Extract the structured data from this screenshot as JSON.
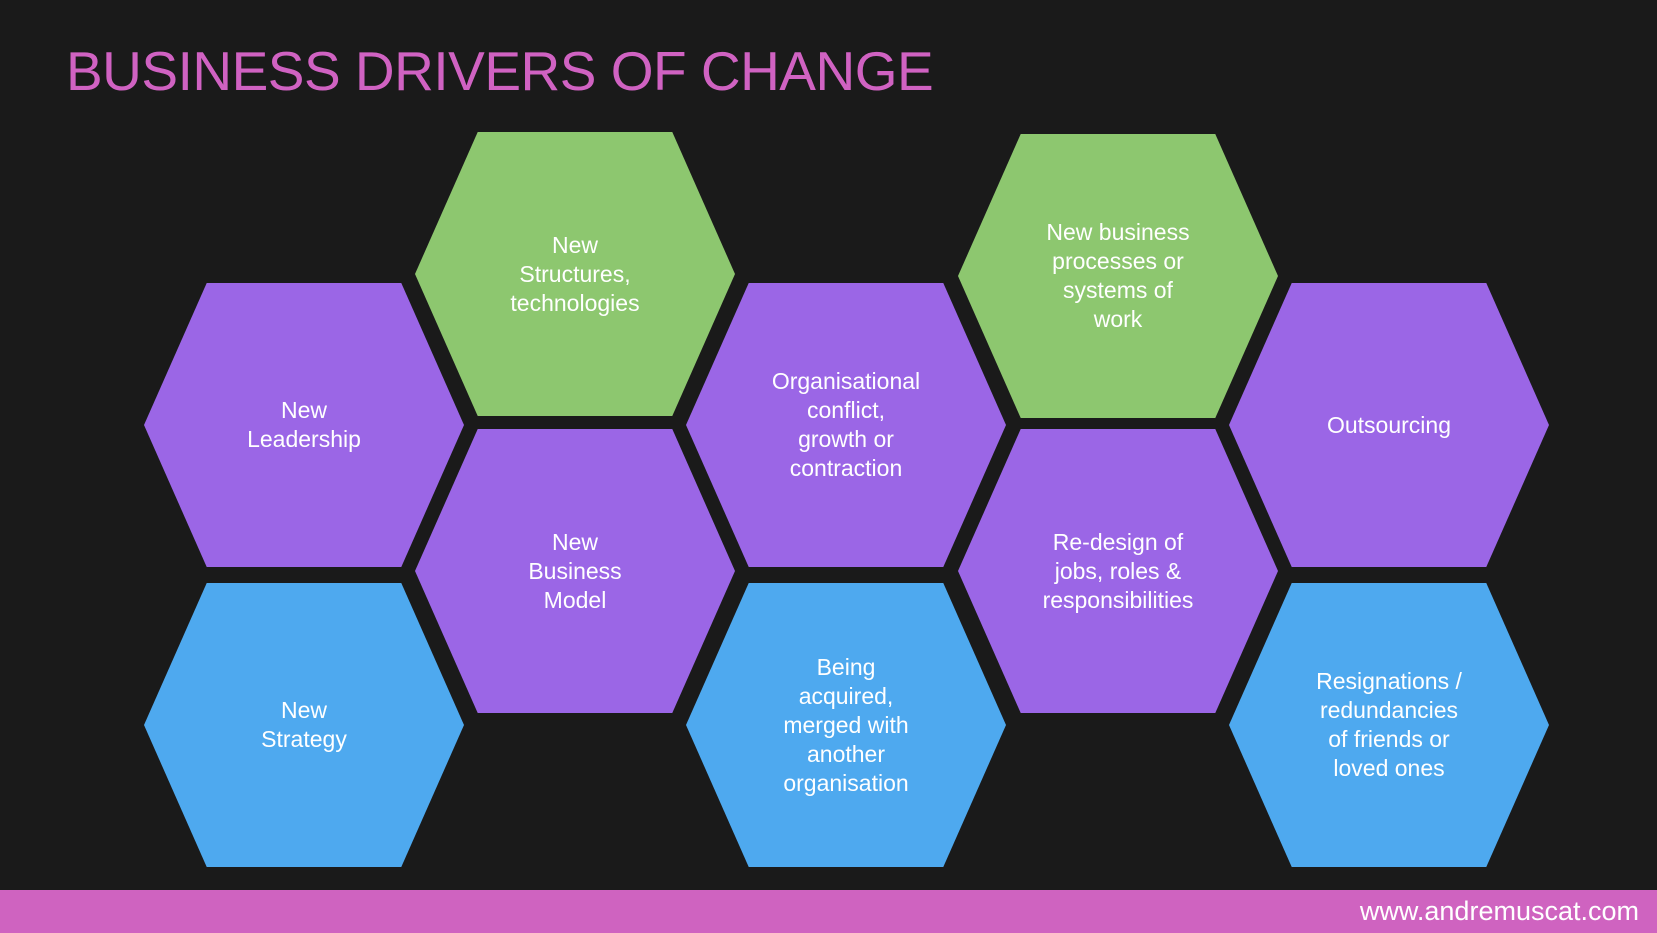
{
  "title": "BUSINESS DRIVERS OF CHANGE",
  "colors": {
    "background": "#1a1a1a",
    "title": "#d062c2",
    "purple": "#9b66e6",
    "green": "#8dc76f",
    "blue": "#4ea9ef",
    "footer": "#cf63c0",
    "text": "#ffffff"
  },
  "hexagons": [
    {
      "id": "new-leadership",
      "label": "New\nLeadership",
      "color": "purple"
    },
    {
      "id": "new-strategy",
      "label": "New\nStrategy",
      "color": "blue"
    },
    {
      "id": "new-structures",
      "label": "New\nStructures,\ntechnologies",
      "color": "green"
    },
    {
      "id": "new-business-model",
      "label": "New\nBusiness\nModel",
      "color": "purple"
    },
    {
      "id": "organisational-conflict",
      "label": "Organisational\nconflict,\ngrowth or\ncontraction",
      "color": "purple"
    },
    {
      "id": "being-acquired",
      "label": "Being\nacquired,\nmerged with\nanother\norganisation",
      "color": "blue"
    },
    {
      "id": "new-business-processes",
      "label": "New business\nprocesses or\nsystems of\nwork",
      "color": "green"
    },
    {
      "id": "re-design-jobs",
      "label": "Re-design of\njobs, roles &\nresponsibilities",
      "color": "purple"
    },
    {
      "id": "outsourcing",
      "label": "Outsourcing",
      "color": "purple"
    },
    {
      "id": "resignations",
      "label": "Resignations /\nredundancies\nof friends or\nloved ones",
      "color": "blue"
    }
  ],
  "footer": {
    "url": "www.andremuscat.com"
  }
}
